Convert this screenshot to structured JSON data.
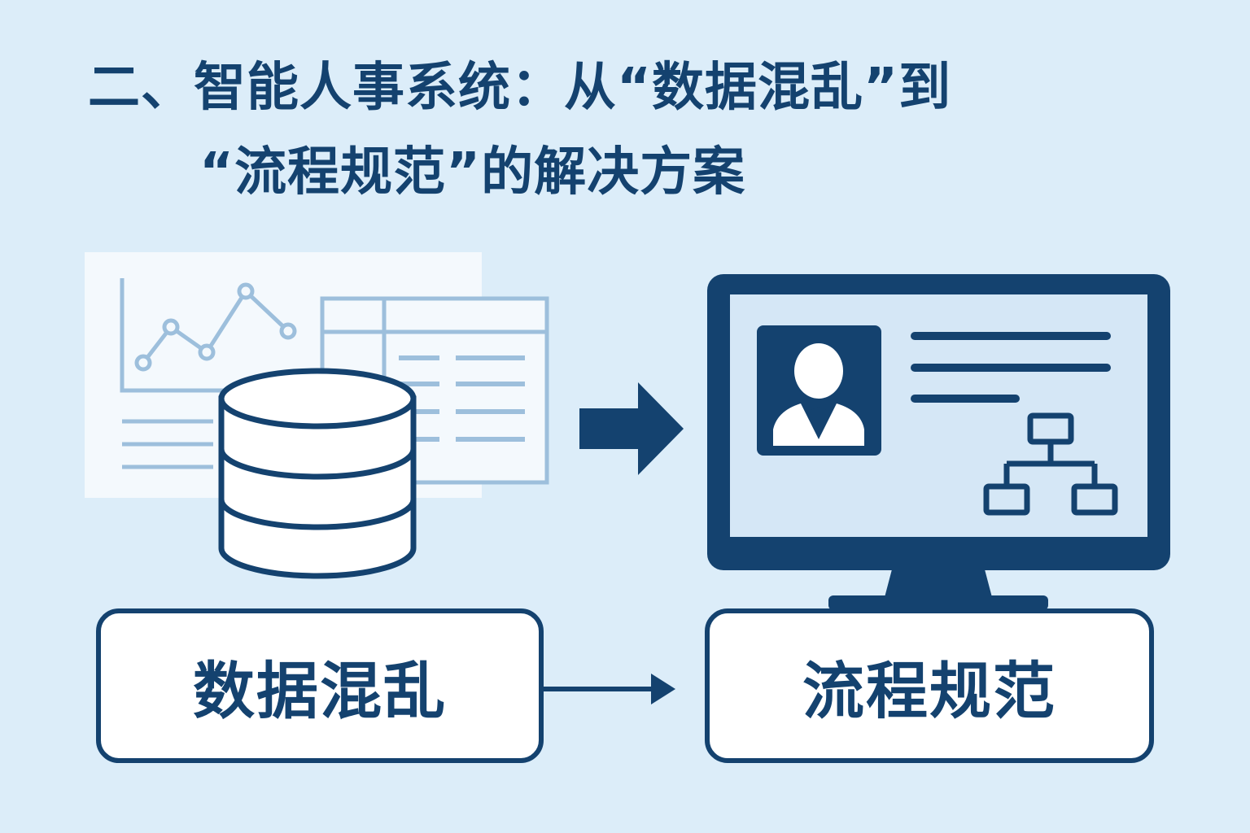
{
  "title": {
    "line1": "二、智能人事系统：从“数据混乱”到",
    "line2": "“流程规范”的解决方案"
  },
  "labels": {
    "before": "数据混乱",
    "after": "流程规范"
  },
  "colors": {
    "background": "#dcedf9",
    "primary": "#14426f",
    "muted": "#9dbfdc",
    "panel": "#f4f9fd",
    "screen": "#d5e7f6",
    "white": "#ffffff"
  },
  "icons": {
    "chart": "line-chart-icon",
    "table": "table-icon",
    "database": "database-icon",
    "arrow": "arrow-right-icon",
    "monitor": "monitor-icon",
    "user": "user-avatar-icon",
    "orgchart": "org-chart-icon"
  }
}
